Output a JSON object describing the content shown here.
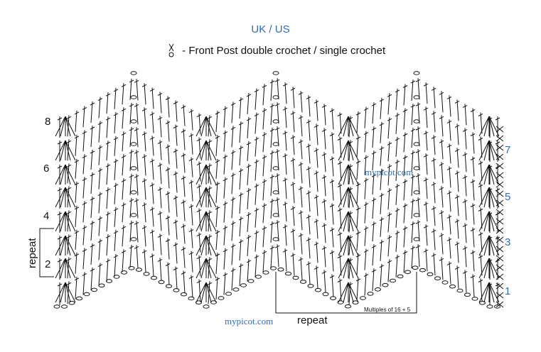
{
  "header": {
    "title": "UK / US",
    "legend_text": " -  Front Post double crochet / single crochet",
    "legend_icon": "front-post-dc-symbol"
  },
  "rows_left": [
    "8",
    "6",
    "4",
    "2"
  ],
  "rows_right": [
    "7",
    "5",
    "3",
    "1"
  ],
  "repeat_vertical": "repeat",
  "repeat_horizontal": "repeat",
  "multiples": "Multiples of 16 + 5",
  "watermarks": [
    "mypicot.com",
    "mypicot.com"
  ],
  "colors": {
    "accent": "#2f6db3",
    "ink": "#111111"
  }
}
